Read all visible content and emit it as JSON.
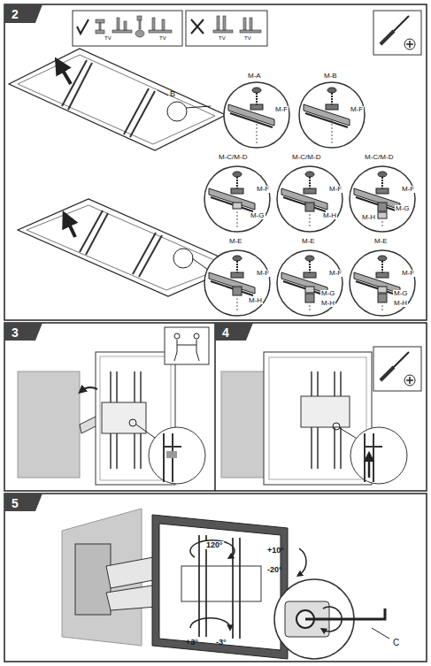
{
  "diagram": {
    "labels": [
      "2",
      "TV",
      "TV",
      "TV",
      "TV",
      "B",
      "M-A",
      "M-F",
      "M-B",
      "M-F",
      "M-C/M-D",
      "M-F",
      "M-G",
      "M-C/M-D",
      "M-F",
      "M-H",
      "M-C/M-D",
      "M-F",
      "M-H",
      "M-G",
      "M-E",
      "M-F",
      "M-H",
      "M-E",
      "M-F",
      "M-G",
      "M-H",
      "M-E",
      "M-F",
      "M-G",
      "M-H",
      "3",
      "4",
      "5",
      "120°",
      "+10°",
      "-20°",
      "+3°",
      "-3°",
      "C"
    ]
  }
}
